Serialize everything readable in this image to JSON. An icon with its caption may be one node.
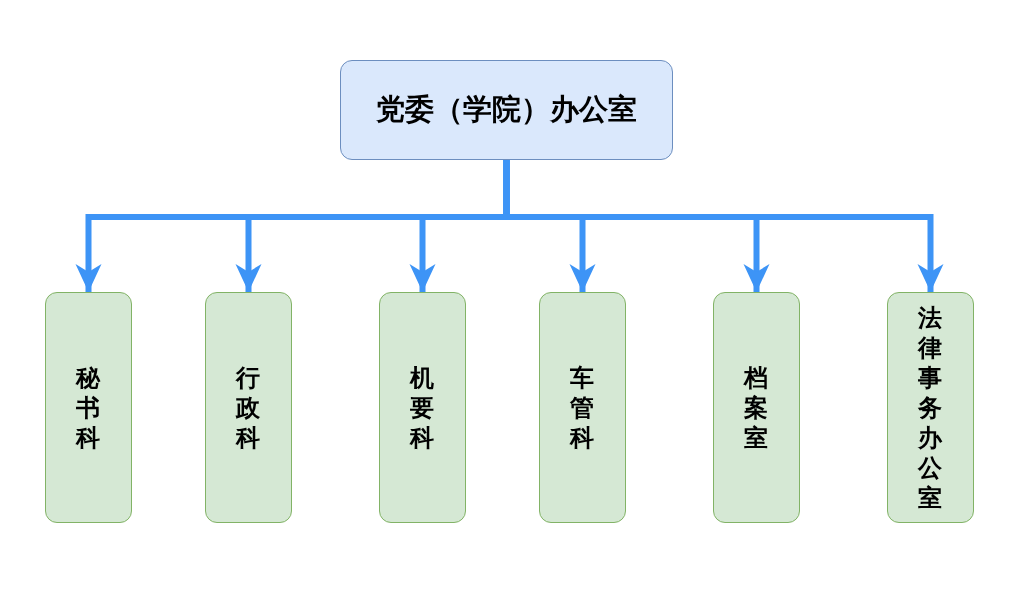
{
  "diagram": {
    "nodes": [
      {
        "text": [
          "党委（学院）办公室"
        ]
      },
      {
        "text": [
          "秘书科"
        ]
      },
      {
        "text": [
          "行政科"
        ]
      },
      {
        "text": [
          "机要科"
        ]
      },
      {
        "text": [
          "车管科"
        ]
      },
      {
        "text": [
          "档案室"
        ]
      },
      {
        "text": [
          "法律事务办公室"
        ]
      }
    ],
    "edges": [
      {
        "from": 0,
        "to": 1,
        "arrow": "to"
      },
      {
        "from": 0,
        "to": 2,
        "arrow": "to"
      },
      {
        "from": 0,
        "to": 3,
        "arrow": "to"
      },
      {
        "from": 0,
        "to": 4,
        "arrow": "to"
      },
      {
        "from": 0,
        "to": 5,
        "arrow": "to"
      },
      {
        "from": 0,
        "to": 6,
        "arrow": "to"
      }
    ]
  }
}
